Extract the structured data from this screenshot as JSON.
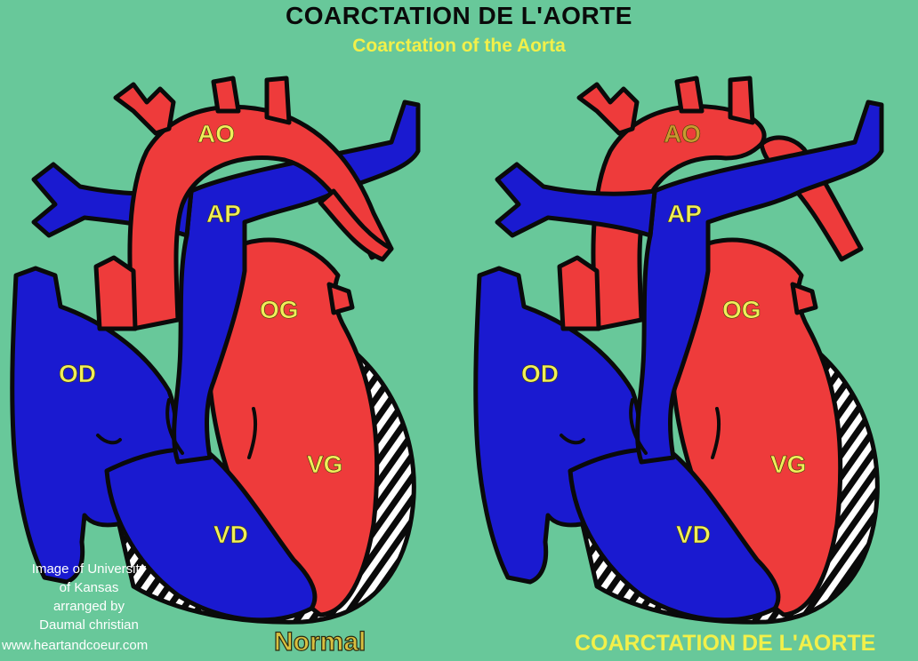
{
  "title": "COARCTATION DE L'AORTE",
  "subtitle": "Coarctation of the Aorta",
  "credit_lines": [
    "Image of University",
    "of Kansas",
    "arranged by",
    "Daumal christian"
  ],
  "credit_url": "www.heartandcoeur.com",
  "panels": [
    {
      "caption": "Normal",
      "labels": {
        "ao": "AO",
        "ap": "AP",
        "og": "OG",
        "od": "OD",
        "vg": "VG",
        "vd": "VD"
      }
    },
    {
      "caption": "COARCTATION DE L'AORTE",
      "labels": {
        "ao": "AO",
        "ap": "AP",
        "og": "OG",
        "od": "OD",
        "vg": "VG",
        "vd": "VD"
      }
    }
  ],
  "colors": {
    "background": "#68c89a",
    "oxygenated": "#ee3b3b",
    "deoxygenated": "#1a1ad0",
    "label": "#f0ee5a",
    "outline": "#0a0a0a"
  }
}
